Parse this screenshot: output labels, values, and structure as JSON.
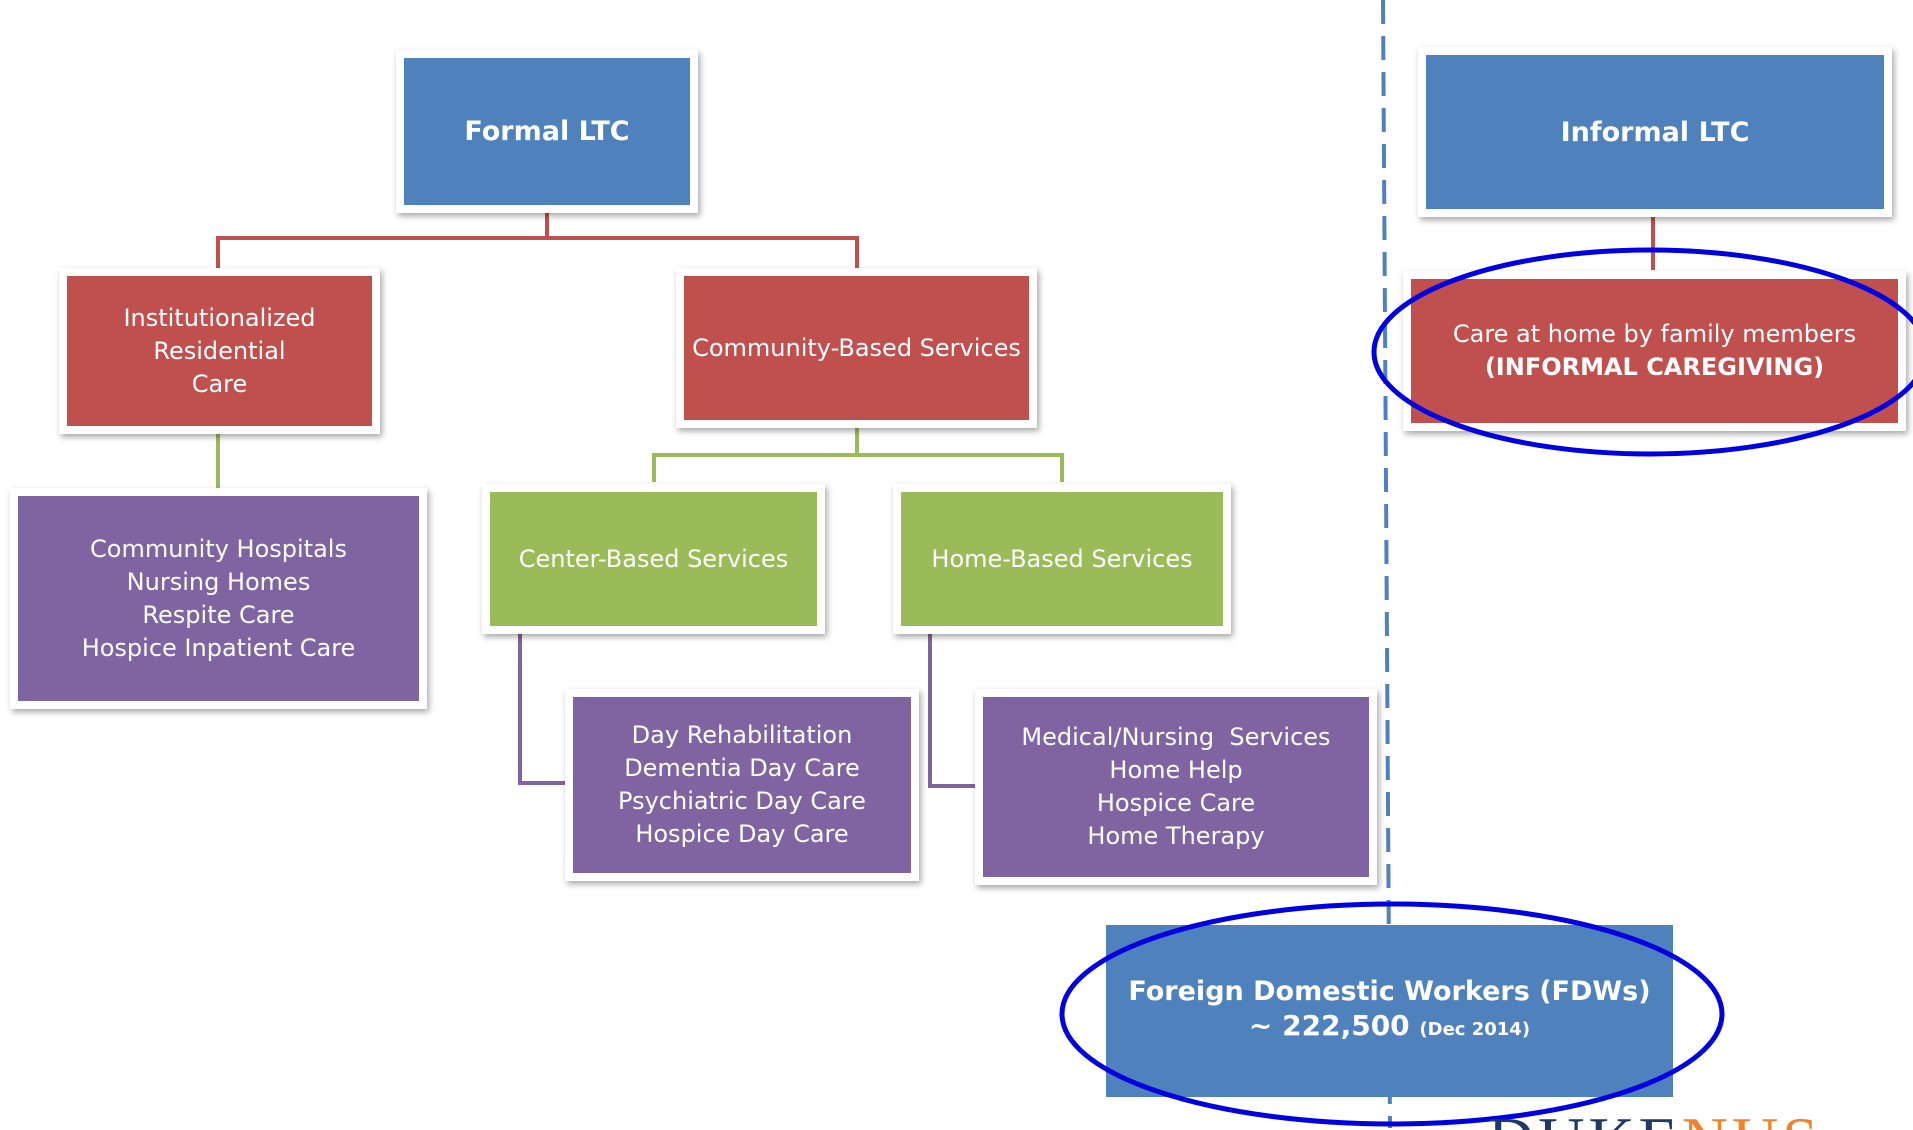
{
  "formal": {
    "title": "Formal LTC",
    "institutional": {
      "label_line1": "Institutionalized Residential",
      "label_line2": "Care",
      "items": [
        "Community Hospitals",
        "Nursing Homes",
        "Respite Care",
        "Hospice Inpatient Care"
      ]
    },
    "community": {
      "label": "Community-Based Services",
      "center": {
        "label": "Center-Based Services",
        "items": [
          "Day Rehabilitation",
          "Dementia Day Care",
          "Psychiatric Day Care",
          "Hospice Day Care"
        ]
      },
      "home": {
        "label": "Home-Based Services",
        "items": [
          "Medical/Nursing  Services",
          "Home Help",
          "Hospice Care",
          "Home Therapy"
        ]
      }
    }
  },
  "informal": {
    "title": "Informal LTC",
    "care_line1": "Care at home by family members",
    "care_line2": "(INFORMAL CAREGIVING)"
  },
  "fdw": {
    "line1": "Foreign Domestic Workers (FDWs)",
    "count": "~ 222,500",
    "date": "(Dec 2014)"
  },
  "logo": {
    "text_main": "DUKE",
    "text_accent": "NUS"
  },
  "colors": {
    "blue": "#4f81bd",
    "red": "#c0504d",
    "green": "#9bbb59",
    "purple": "#8064a2",
    "red_connector": "#c0504d",
    "green_connector": "#9bbb59",
    "purple_connector": "#8064a2",
    "divider": "#4f81bd",
    "highlight_ellipse": "#0000e0"
  }
}
